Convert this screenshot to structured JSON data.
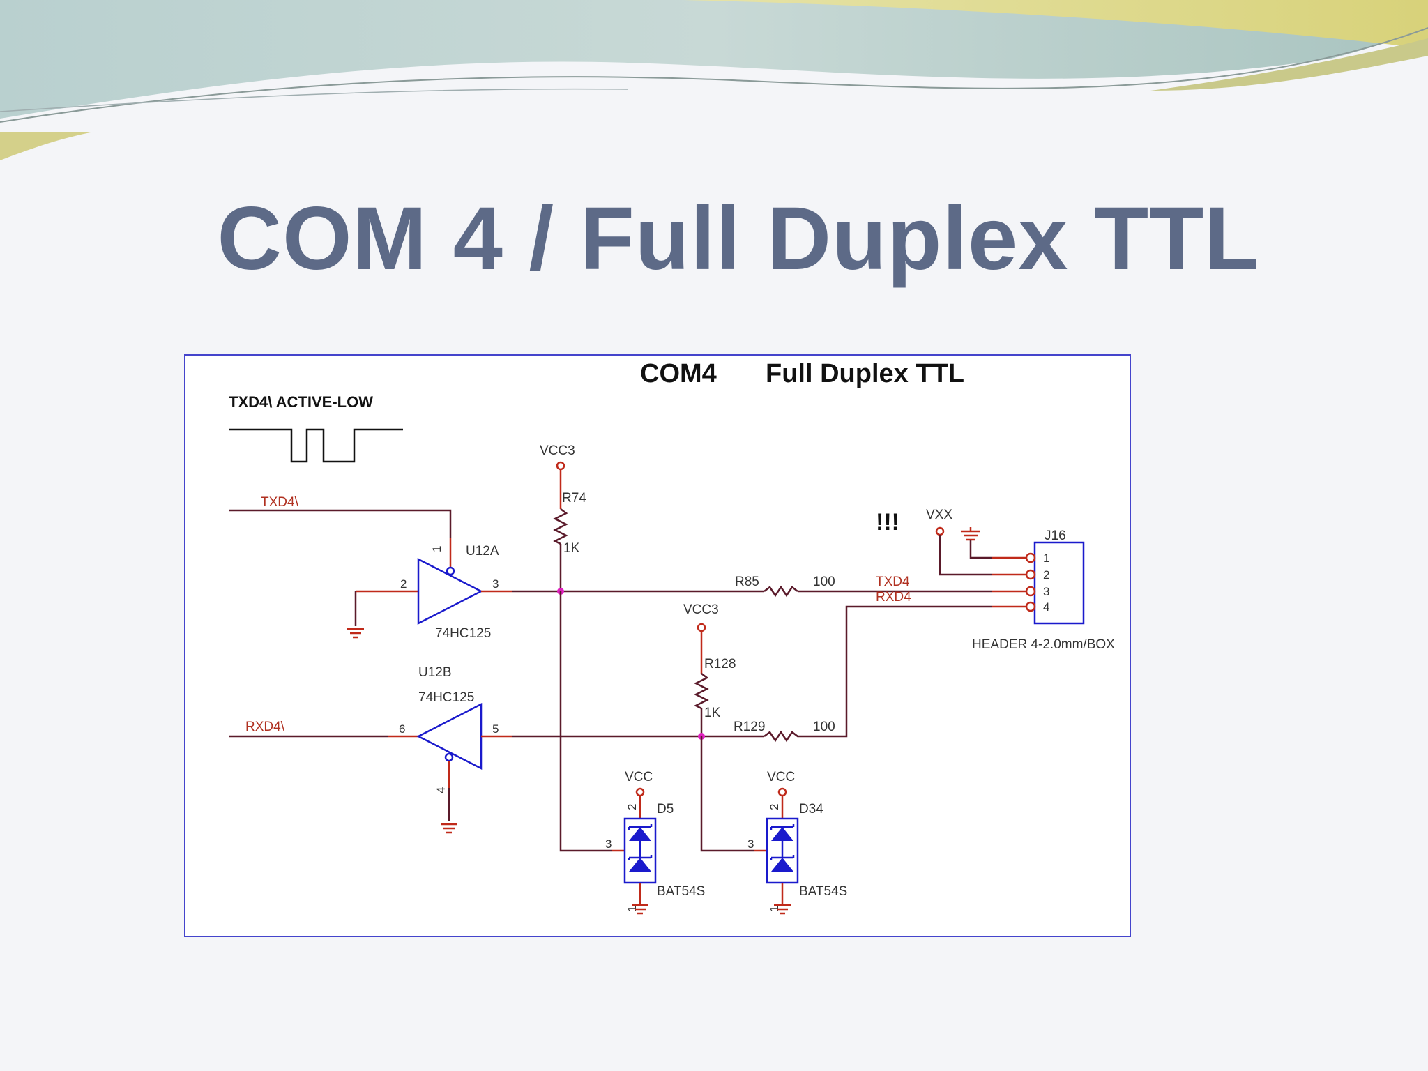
{
  "slide": {
    "title": "COM 4 / Full Duplex TTL"
  },
  "schematic": {
    "header_left": "COM4",
    "header_right": "Full Duplex TTL",
    "waveform_label": "TXD4\\ ACTIVE-LOW",
    "warning": "!!!",
    "nets": {
      "txd4_in": "TXD4\\",
      "rxd4_in": "RXD4\\",
      "txd4_out": "TXD4",
      "rxd4_out": "RXD4",
      "vcc3_a": "VCC3",
      "vcc3_b": "VCC3",
      "vxx": "VXX",
      "vcc_a": "VCC",
      "vcc_b": "VCC"
    },
    "u12a": {
      "ref": "U12A",
      "part": "74HC125",
      "pin_in": "2",
      "pin_oe": "1",
      "pin_out": "3"
    },
    "u12b": {
      "ref": "U12B",
      "part": "74HC125",
      "pin_in": "6",
      "pin_oe": "4",
      "pin_out": "5"
    },
    "r74": {
      "ref": "R74",
      "value": "1K"
    },
    "r128": {
      "ref": "R128",
      "value": "1K"
    },
    "r85": {
      "ref": "R85",
      "value": "100"
    },
    "r129": {
      "ref": "R129",
      "value": "100"
    },
    "d5": {
      "ref": "D5",
      "part": "BAT54S",
      "pin_top": "2",
      "pin_side": "3",
      "pin_bottom": "1"
    },
    "d34": {
      "ref": "D34",
      "part": "BAT54S",
      "pin_top": "2",
      "pin_side": "3",
      "pin_bottom": "1"
    },
    "j16": {
      "ref": "J16",
      "pins": [
        "1",
        "2",
        "3",
        "4"
      ],
      "description": "HEADER 4-2.0mm/BOX"
    }
  },
  "colors": {
    "title": "#5d6a87",
    "wire": "#5a1a2a",
    "pin_stub": "#c02a1a",
    "component": "#1a1acc",
    "junction": "#e020c0",
    "frame": "#4444cc"
  }
}
